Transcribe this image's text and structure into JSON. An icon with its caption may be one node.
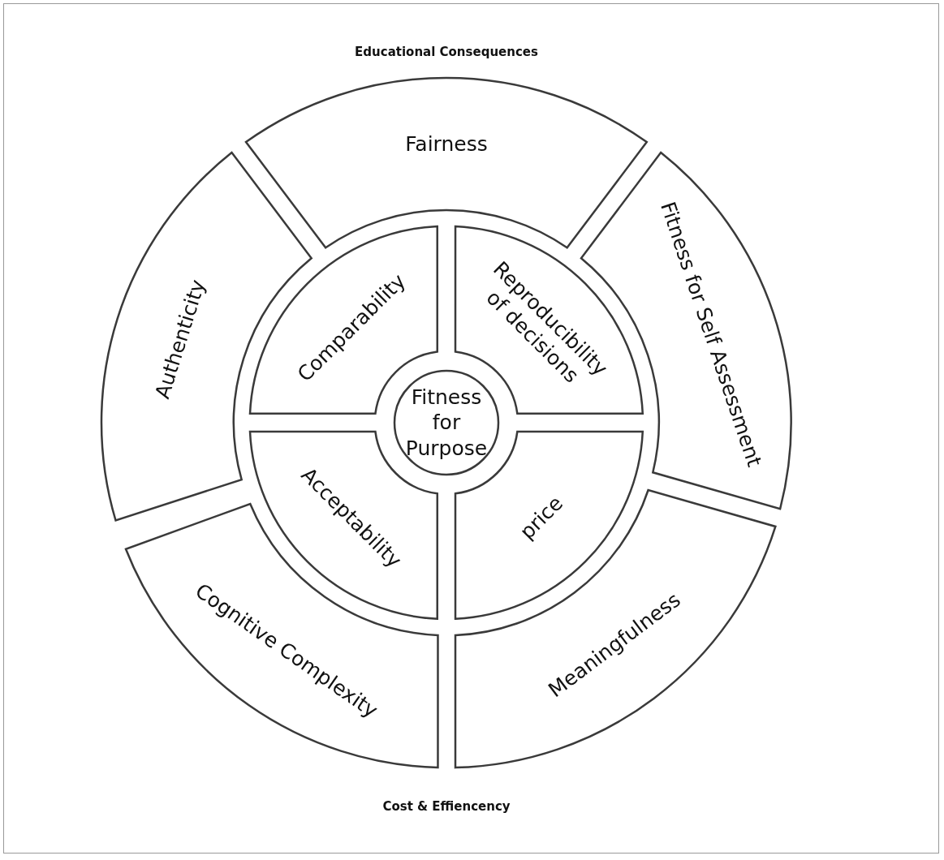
{
  "diagram": {
    "nodes": [
      {
        "text": [
          "Fairness"
        ]
      },
      {
        "text": [
          "Authenticity"
        ]
      },
      {
        "text": [
          "Fitness for Self Assessment"
        ]
      },
      {
        "text": [
          "Comparability"
        ]
      },
      {
        "text": [
          "Reproducibility of decisions"
        ]
      },
      {
        "text": [
          "Fitness for Purpose"
        ]
      },
      {
        "text": [
          "Acceptability"
        ]
      },
      {
        "text": [
          "price"
        ]
      },
      {
        "text": [
          "Cognitive Complexity"
        ]
      },
      {
        "text": [
          "Meaningfulness"
        ]
      }
    ],
    "labels": [
      "Educational Consequences",
      "Cost & Effiencency"
    ]
  }
}
